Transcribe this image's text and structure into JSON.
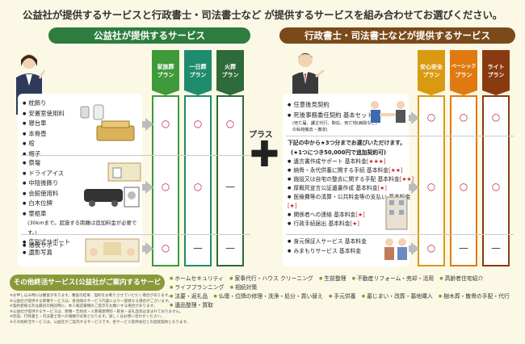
{
  "title": "公益社が提供するサービスと行政書士・司法書士など が提供するサービスを組み合わせてお選びください。",
  "left": {
    "header": "公益社が提供するサービス",
    "plans": [
      {
        "name": "家族葬",
        "sub": "プラン",
        "color": "#3e9a3a"
      },
      {
        "name": "一日葬",
        "sub": "プラン",
        "color": "#1f8c6e"
      },
      {
        "name": "火葬",
        "sub": "プラン",
        "color": "#2e6a3a"
      }
    ],
    "group1": [
      "枕飾り",
      "安置室使用料",
      "寝台車",
      "本骨壺",
      "棺",
      "帽子"
    ],
    "group2": [
      "祭壇",
      "ドライアイス",
      "中陰後飾り",
      "会館使用料",
      "白木位牌",
      "霊柩車",
      "(30kmまで。超過する距離は追加料金が必要です。)",
      "告別式サポート",
      "遺影写真"
    ],
    "group3": [
      "通夜サポート"
    ],
    "marks": [
      [
        "○",
        "○",
        "○"
      ],
      [
        "○",
        "○",
        "—"
      ],
      [
        "○",
        "—",
        "—"
      ]
    ]
  },
  "plus_label": "プラス",
  "plus_sign": "✚",
  "right": {
    "header": "行政書士・司法書士などが提供するサービス",
    "plans": [
      {
        "name": "安心安全",
        "sub": "プラン",
        "color": "#d99a12"
      },
      {
        "name": "ベーシック",
        "sub": "プラン",
        "color": "#e07a10"
      },
      {
        "name": "ライト",
        "sub": "プラン",
        "color": "#8a3a10"
      }
    ],
    "group1": [
      "任意後見契約",
      "死後事務委任契約 基本セット",
      "(死亡届、課主代行、對応、死亡地(病院など)の私物搬去・撤収)"
    ],
    "choose_note": "下記の中から★3つ分までお選びいただけます。",
    "choose_note2": "(★1つにつき50,000円で追加契約可)",
    "group2": [
      {
        "text": "遺言書作成サポート 基本料金",
        "stars": "[★★★]"
      },
      {
        "text": "納骨・永代供養に関する手続 基本料金",
        "stars": "[★★]"
      },
      {
        "text": "施設又は自宅の整去に関する手配 基本料金",
        "stars": "[★★]"
      },
      {
        "text": "厚概死宣言公証遺書作成 基本料金",
        "stars": "[★]"
      },
      {
        "text": "医療費等の清算・公共料金等の支払い 基本料金",
        "stars": "[★]"
      },
      {
        "text": "関係者への連絡 基本料金",
        "stars": "[★]"
      },
      {
        "text": "行政手続届出 基本料金",
        "stars": "[★]"
      }
    ],
    "group3": [
      "身元保証人サービス 基本料金",
      "みまもりサービス 基本料金"
    ],
    "marks": [
      [
        "○",
        "○",
        "○"
      ],
      [
        "○",
        "○",
        "○"
      ],
      [
        "○",
        "—",
        "—"
      ]
    ]
  },
  "other": {
    "header": "その他終活サービス(公益社がご案内するサービス)",
    "items": [
      "ホームセキュリティ",
      "家事代行・ハウス クリーニング",
      "生前整理",
      "不動産リフォーム・売却・活用",
      "高齢者住宅紹介",
      "ライフプランニング",
      "相続対策",
      "法要・返礼品",
      "仏壇・位牌の修理・洗浄・処分・買い替え",
      "手元供養",
      "墓じまい・改葬・墓地購入",
      "樹木葬・散骨の手配・代行",
      "遺品整理・買取"
    ]
  },
  "notes": [
    "※お申し込み時には審査があります。審査の結果、契約をお断りさせていただく場合があります。",
    "※公益社が提供する葬儀サービスは、各地域のサービス内容により一部異なる場合がございます。",
    "※契約者様以外は最初の相談時に、本人確認書類のご提示をお願いする場合があります。",
    "※公益社が提供するサービスは、葬儀・告別式・火葬場使用料・飲食・返礼品等は含まれておりません。",
    "※別途、行政書士・司法書士等への報酬が必要となります。詳しくはお問い合わせください。",
    "※その他終活サービスは、公益社がご案内するサービスです。各サービス提供会社との直接契約となります。"
  ]
}
